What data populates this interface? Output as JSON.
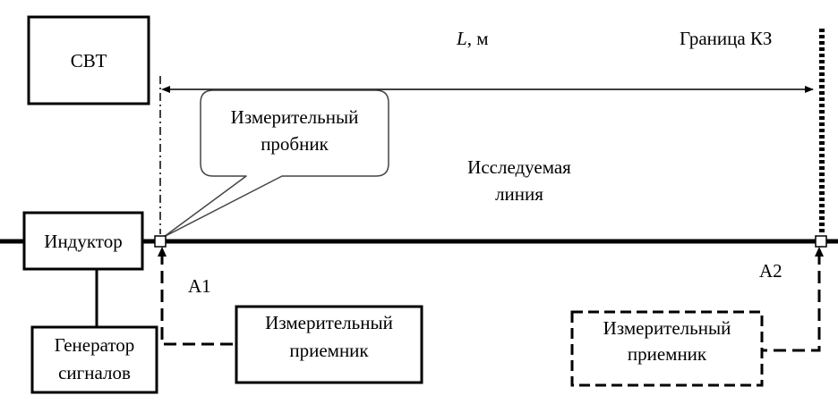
{
  "blocks": {
    "svt": "СВТ",
    "inductor": "Индуктор",
    "generator_line1": "Генератор",
    "generator_line2": "сигналов",
    "receiver1_line1": "Измерительный",
    "receiver1_line2": "приемник",
    "receiver2_line1": "Измерительный",
    "receiver2_line2": "приемник"
  },
  "callout": {
    "line1": "Измерительный",
    "line2": "пробник"
  },
  "line_label": {
    "line1": "Исследуемая",
    "line2": "линия"
  },
  "distance": {
    "symbol": "L",
    "unit": ", м"
  },
  "boundary": "Граница КЗ",
  "points": {
    "a1": "А1",
    "a2": "А2"
  }
}
